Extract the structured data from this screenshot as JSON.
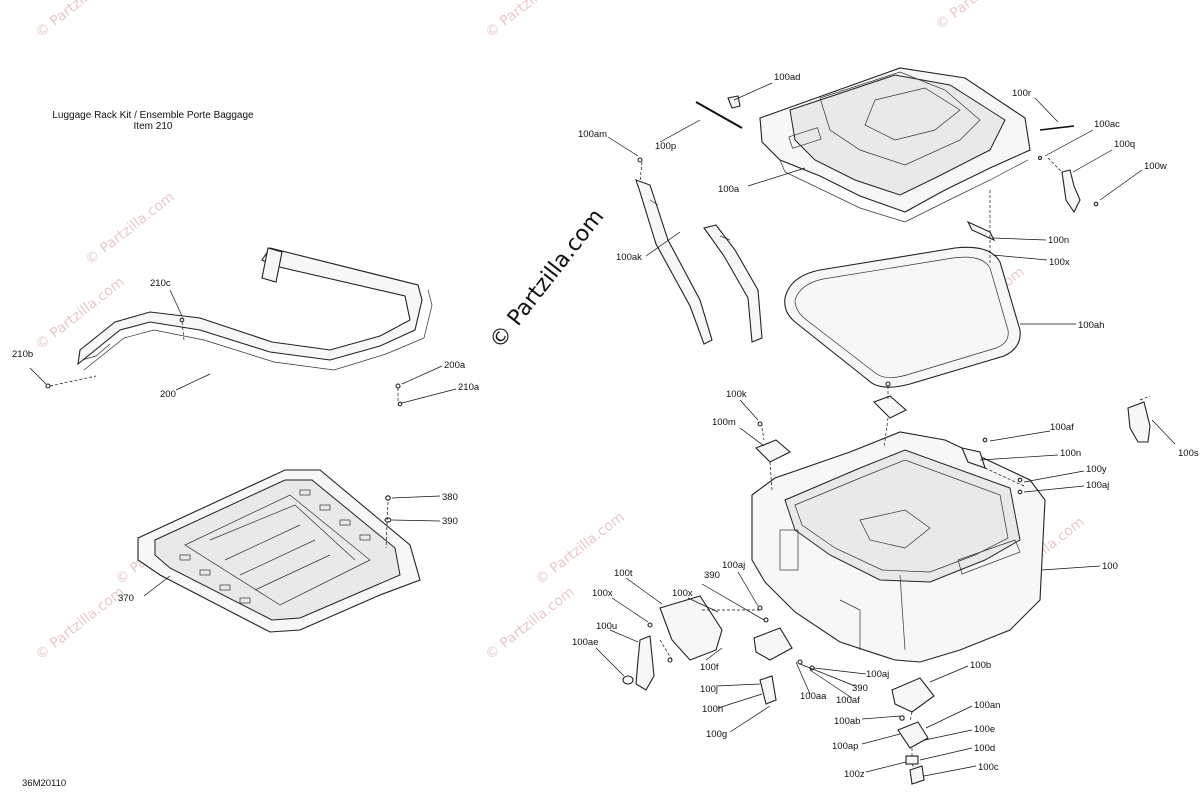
{
  "title_lines": [
    "Luggage Rack Kit / Ensemble Porte Baggage",
    "Item 210"
  ],
  "figure_code": "36M20110",
  "copyright": "© Partzilla.com",
  "watermark": "© Partzilla.com",
  "labels": {
    "l100ad": "100ad",
    "l100r": "100r",
    "l100ac": "100ac",
    "l100am": "100am",
    "l100p": "100p",
    "l100q": "100q",
    "l100w": "100w",
    "l100a": "100a",
    "l100ak": "100ak",
    "l100n_top": "100n",
    "l100x_top": "100x",
    "l100ah": "100ah",
    "l210c": "210c",
    "l210b": "210b",
    "l200a": "200a",
    "l210a": "210a",
    "l200": "200",
    "l100k": "100k",
    "l100m": "100m",
    "l100af_r": "100af",
    "l100s": "100s",
    "l100n_r": "100n",
    "l100y": "100y",
    "l100aj_r": "100aj",
    "l380": "380",
    "l390_l": "390",
    "l370": "370",
    "l100": "100",
    "l100aj_m": "100aj",
    "l100t": "100t",
    "l390_m": "390",
    "l100x_l": "100x",
    "l100x_m": "100x",
    "l100u": "100u",
    "l100ae": "100ae",
    "l100f": "100f",
    "l100aj_b": "100aj",
    "l100j": "100j",
    "l100aa": "100aa",
    "l390_b": "390",
    "l100h": "100h",
    "l100af_b": "100af",
    "l100b": "100b",
    "l100g": "100g",
    "l100ab": "100ab",
    "l100an": "100an",
    "l100e": "100e",
    "l100ap": "100ap",
    "l100d": "100d",
    "l100z": "100z",
    "l100c": "100c"
  }
}
